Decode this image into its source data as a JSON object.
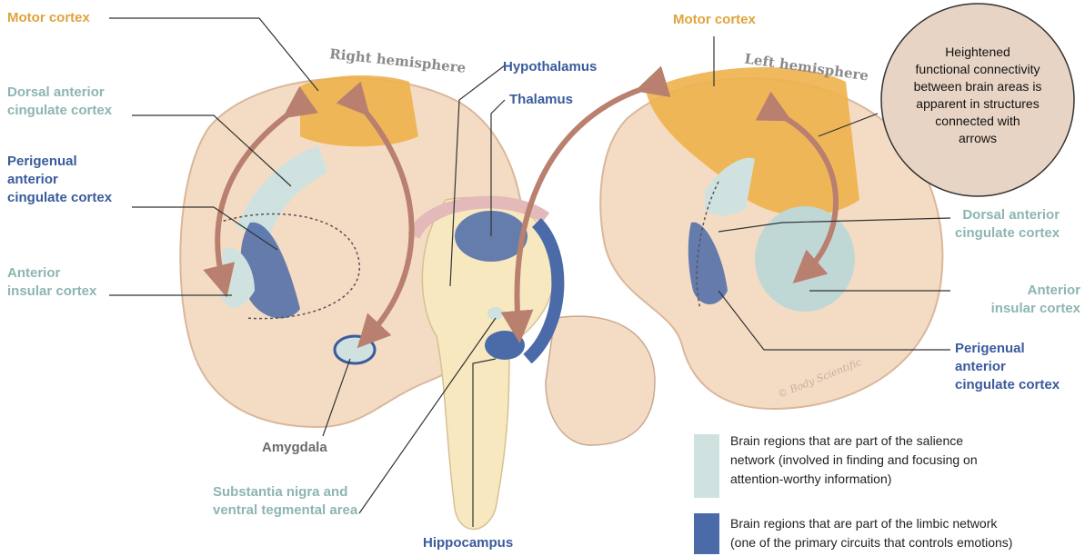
{
  "colors": {
    "salience": "#cfe2df",
    "limbic": "#4a6aa8",
    "motor": "#eeb14d",
    "brain": "#f4dcc4",
    "arrow": "#b97f6f",
    "note_bg": "#e8d4c4"
  },
  "labels": {
    "motor_left": "Motor cortex",
    "motor_right": "Motor cortex",
    "right_hemisphere": "Right hemisphere",
    "left_hemisphere": "Left hemisphere",
    "hypothalamus": "Hypothalamus",
    "thalamus": "Thalamus",
    "dacc_left": "Dorsal anterior\ncingulate cortex",
    "pacc_left": "Perigenual\nanterior\ncingulate cortex",
    "aic_left": "Anterior\ninsular cortex",
    "amygdala": "Amygdala",
    "snvta": "Substantia nigra and\nventral tegmental area",
    "hippocampus": "Hippocampus",
    "dacc_right": "Dorsal anterior\ncingulate cortex",
    "aic_right": "Anterior\ninsular cortex",
    "pacc_right": "Perigenual\nanterior\ncingulate cortex"
  },
  "note": "Heightened\nfunctional connectivity\nbetween brain areas is\napparent in structures\nconnected with\narrows",
  "legend": {
    "salience": "Brain regions that are part of the salience\nnetwork (involved in finding and focusing on\nattention-worthy information)",
    "limbic": "Brain regions that are part of the limbic network\n(one of the primary circuits that controls emotions)"
  },
  "copyright": "© Body Scientific"
}
